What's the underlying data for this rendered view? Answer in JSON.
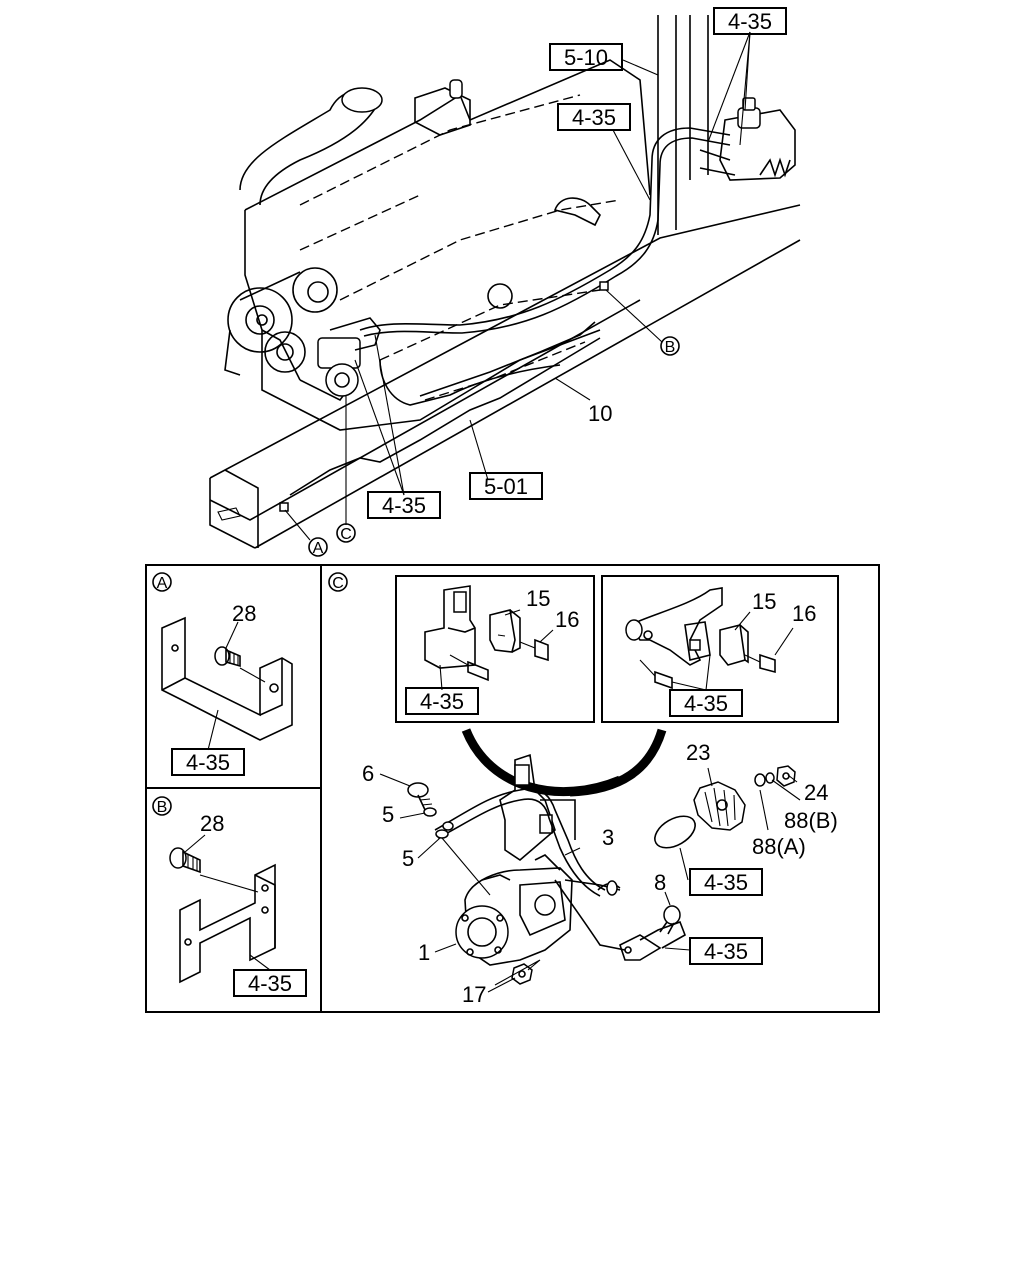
{
  "refs": {
    "r510": "5-10",
    "r435_top": "4-35",
    "r435_pipe": "4-35",
    "r435_engine": "4-35",
    "r501": "5-01",
    "r435_panelA": "4-35",
    "r435_panelB": "4-35",
    "r435_detail_left": "4-35",
    "r435_detail_right": "4-35",
    "r435_oring": "4-35",
    "r435_flange": "4-35"
  },
  "callouts": {
    "A": "A",
    "B": "B",
    "C": "C"
  },
  "parts": {
    "p10": "10",
    "p28a": "28",
    "p28b": "28",
    "p15a": "15",
    "p16a": "16",
    "p15b": "15",
    "p16b": "16",
    "p6": "6",
    "p5a": "5",
    "p5b": "5",
    "p3": "3",
    "p23": "23",
    "p24": "24",
    "p88b": "88(B)",
    "p88a": "88(A)",
    "p8": "8",
    "p1": "1",
    "p17": "17"
  }
}
